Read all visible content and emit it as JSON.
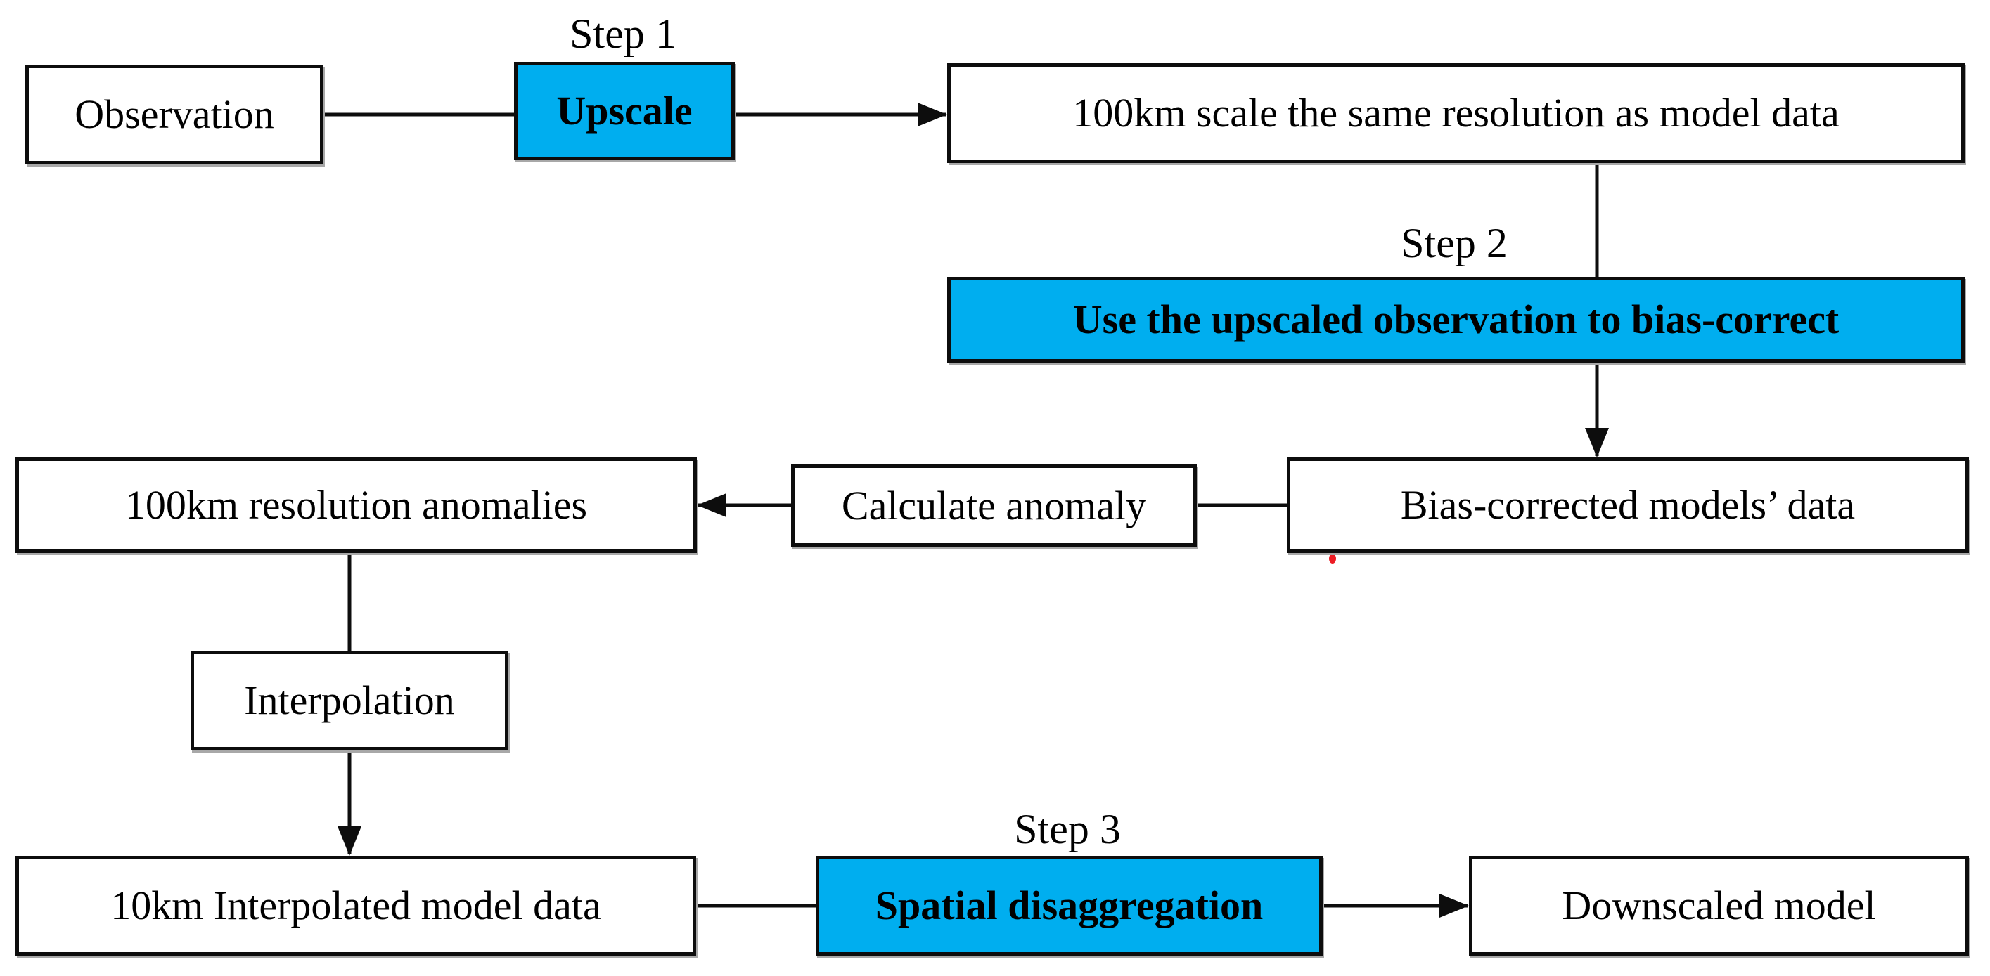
{
  "diagram": {
    "step_labels": {
      "step1": "Step 1",
      "step2": "Step 2",
      "step3": "Step 3"
    },
    "nodes": {
      "observation": "Observation",
      "upscale": "Upscale",
      "scale_100km": "100km scale the same resolution as model data",
      "bias_correct": "Use the upscaled observation to bias-correct",
      "bias_corrected_data": "Bias-corrected models’ data",
      "calculate_anomaly": "Calculate anomaly",
      "anomalies_100km": "100km resolution anomalies",
      "interpolation": "Interpolation",
      "interpolated_10km": "10km Interpolated model data",
      "spatial_disaggregation": "Spatial disaggregation",
      "downscaled_model": "Downscaled model"
    },
    "colors": {
      "process_fill": "#00aeef",
      "box_fill": "#ffffff",
      "border": "#0d0d0d",
      "annotation_dot": "#ed1c24"
    }
  }
}
